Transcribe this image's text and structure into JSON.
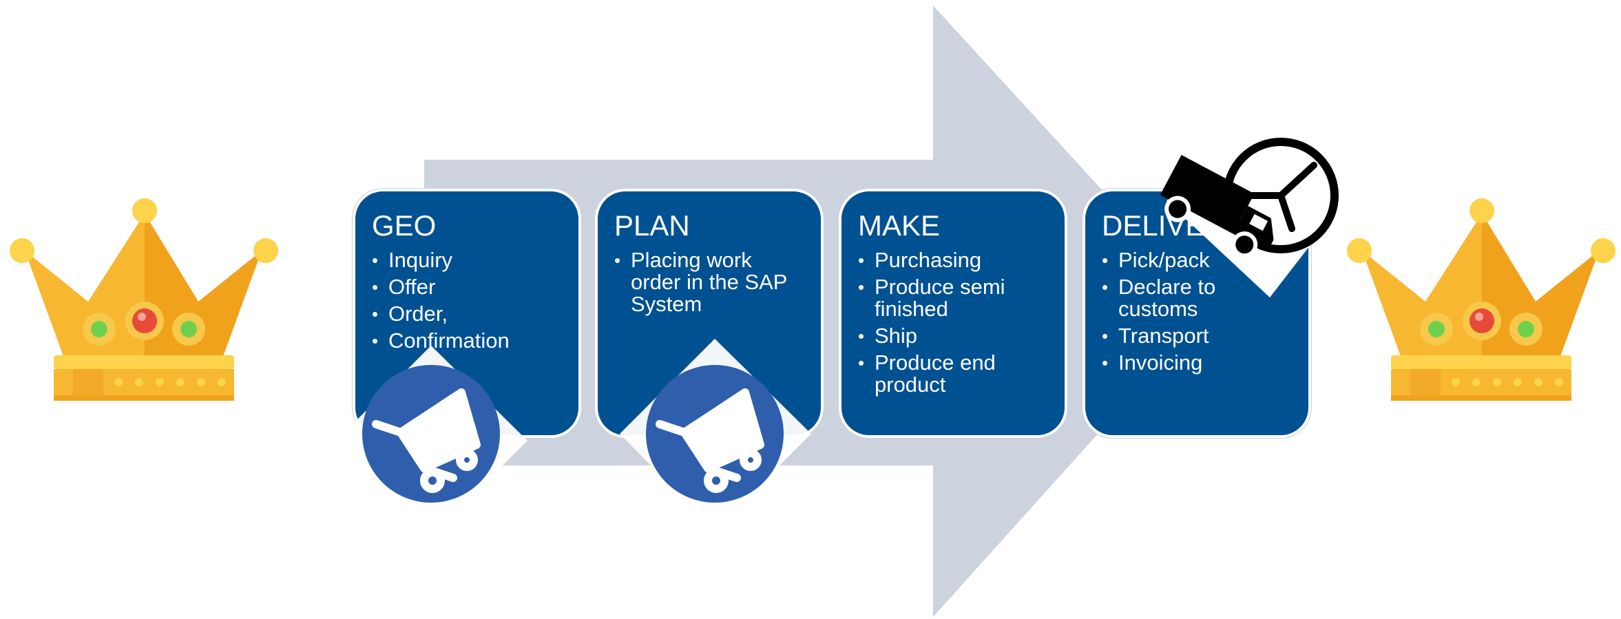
{
  "colors": {
    "arrow": "#cdd2df",
    "stage_fill": "#005192",
    "badge_fill": "#2f5fac",
    "crown_gold": "#f7b731",
    "crown_red": "#e84a3a",
    "crown_green": "#6ed14e"
  },
  "stages": [
    {
      "title": "GEO",
      "items": [
        "Inquiry",
        "Offer",
        "Order,",
        "Confirmation"
      ]
    },
    {
      "title": "PLAN",
      "items": [
        "Placing work order in the SAP System"
      ]
    },
    {
      "title": "MAKE",
      "items": [
        "Purchasing",
        "Produce semi finished",
        "Ship",
        "Produce end product"
      ]
    },
    {
      "title": "DELIVER",
      "items": [
        "Pick/pack",
        "Declare to customs",
        "Transport",
        "Invoicing"
      ]
    }
  ],
  "icons": {
    "left_crown": "crown-icon",
    "right_crown": "crown-icon",
    "cart_badge_1": "shopping-cart-icon",
    "cart_badge_2": "shopping-cart-icon",
    "delivery": "delivery-truck-clock-icon"
  }
}
